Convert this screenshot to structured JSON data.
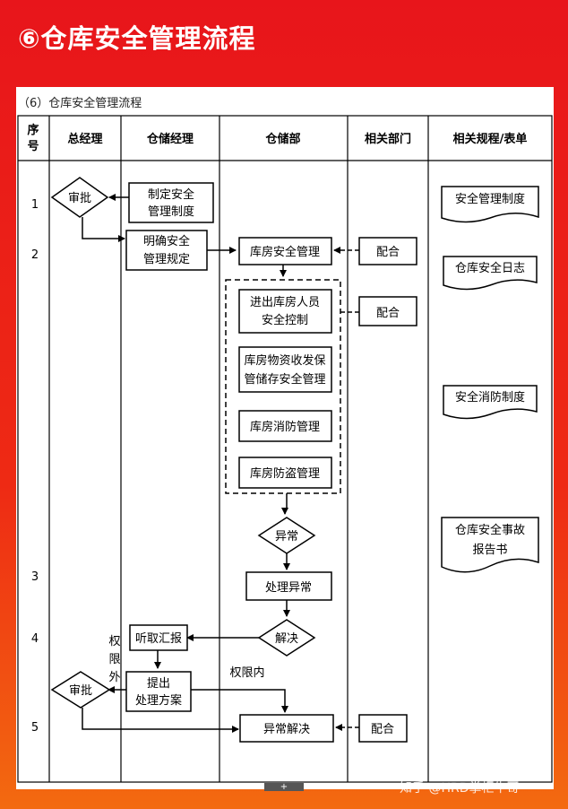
{
  "header": {
    "title": "⑥仓库安全管理流程"
  },
  "doc_title": "（6）仓库安全管理流程",
  "columns": {
    "seq": "序号",
    "seq_1": "序",
    "seq_2": "号",
    "gm": "总经理",
    "wm": "仓储经理",
    "wd": "仓储部",
    "rd": "相关部门",
    "rules": "相关规程/表单"
  },
  "rows": [
    "1",
    "2",
    "3",
    "4",
    "5"
  ],
  "nodes": {
    "approve": "审批",
    "draft_1": "制定安全",
    "draft_2": "管理制度",
    "define_1": "明确安全",
    "define_2": "管理规定",
    "wh_mgmt": "库房安全管理",
    "coop": "配合",
    "access_1": "进出库房人员",
    "access_2": "安全控制",
    "goods_1": "库房物资收发保",
    "goods_2": "管储存安全管理",
    "fire": "库房消防管理",
    "theft": "库房防盗管理",
    "abnormal": "异常",
    "handle": "处理异常",
    "resolve": "解决",
    "listen": "听取汇报",
    "propose_1": "提出",
    "propose_2": "处理方案",
    "solved": "异常解决",
    "beyond_1": "权",
    "beyond_2": "限",
    "beyond_3": "外",
    "within": "权限内"
  },
  "docs": {
    "d1": "安全管理制度",
    "d2": "仓库安全日志",
    "d3": "安全消防制度",
    "d4_1": "仓库安全事故",
    "d4_2": "报告书"
  },
  "watermark": "知乎 @HRD掌柜牛哥",
  "plus": "+"
}
